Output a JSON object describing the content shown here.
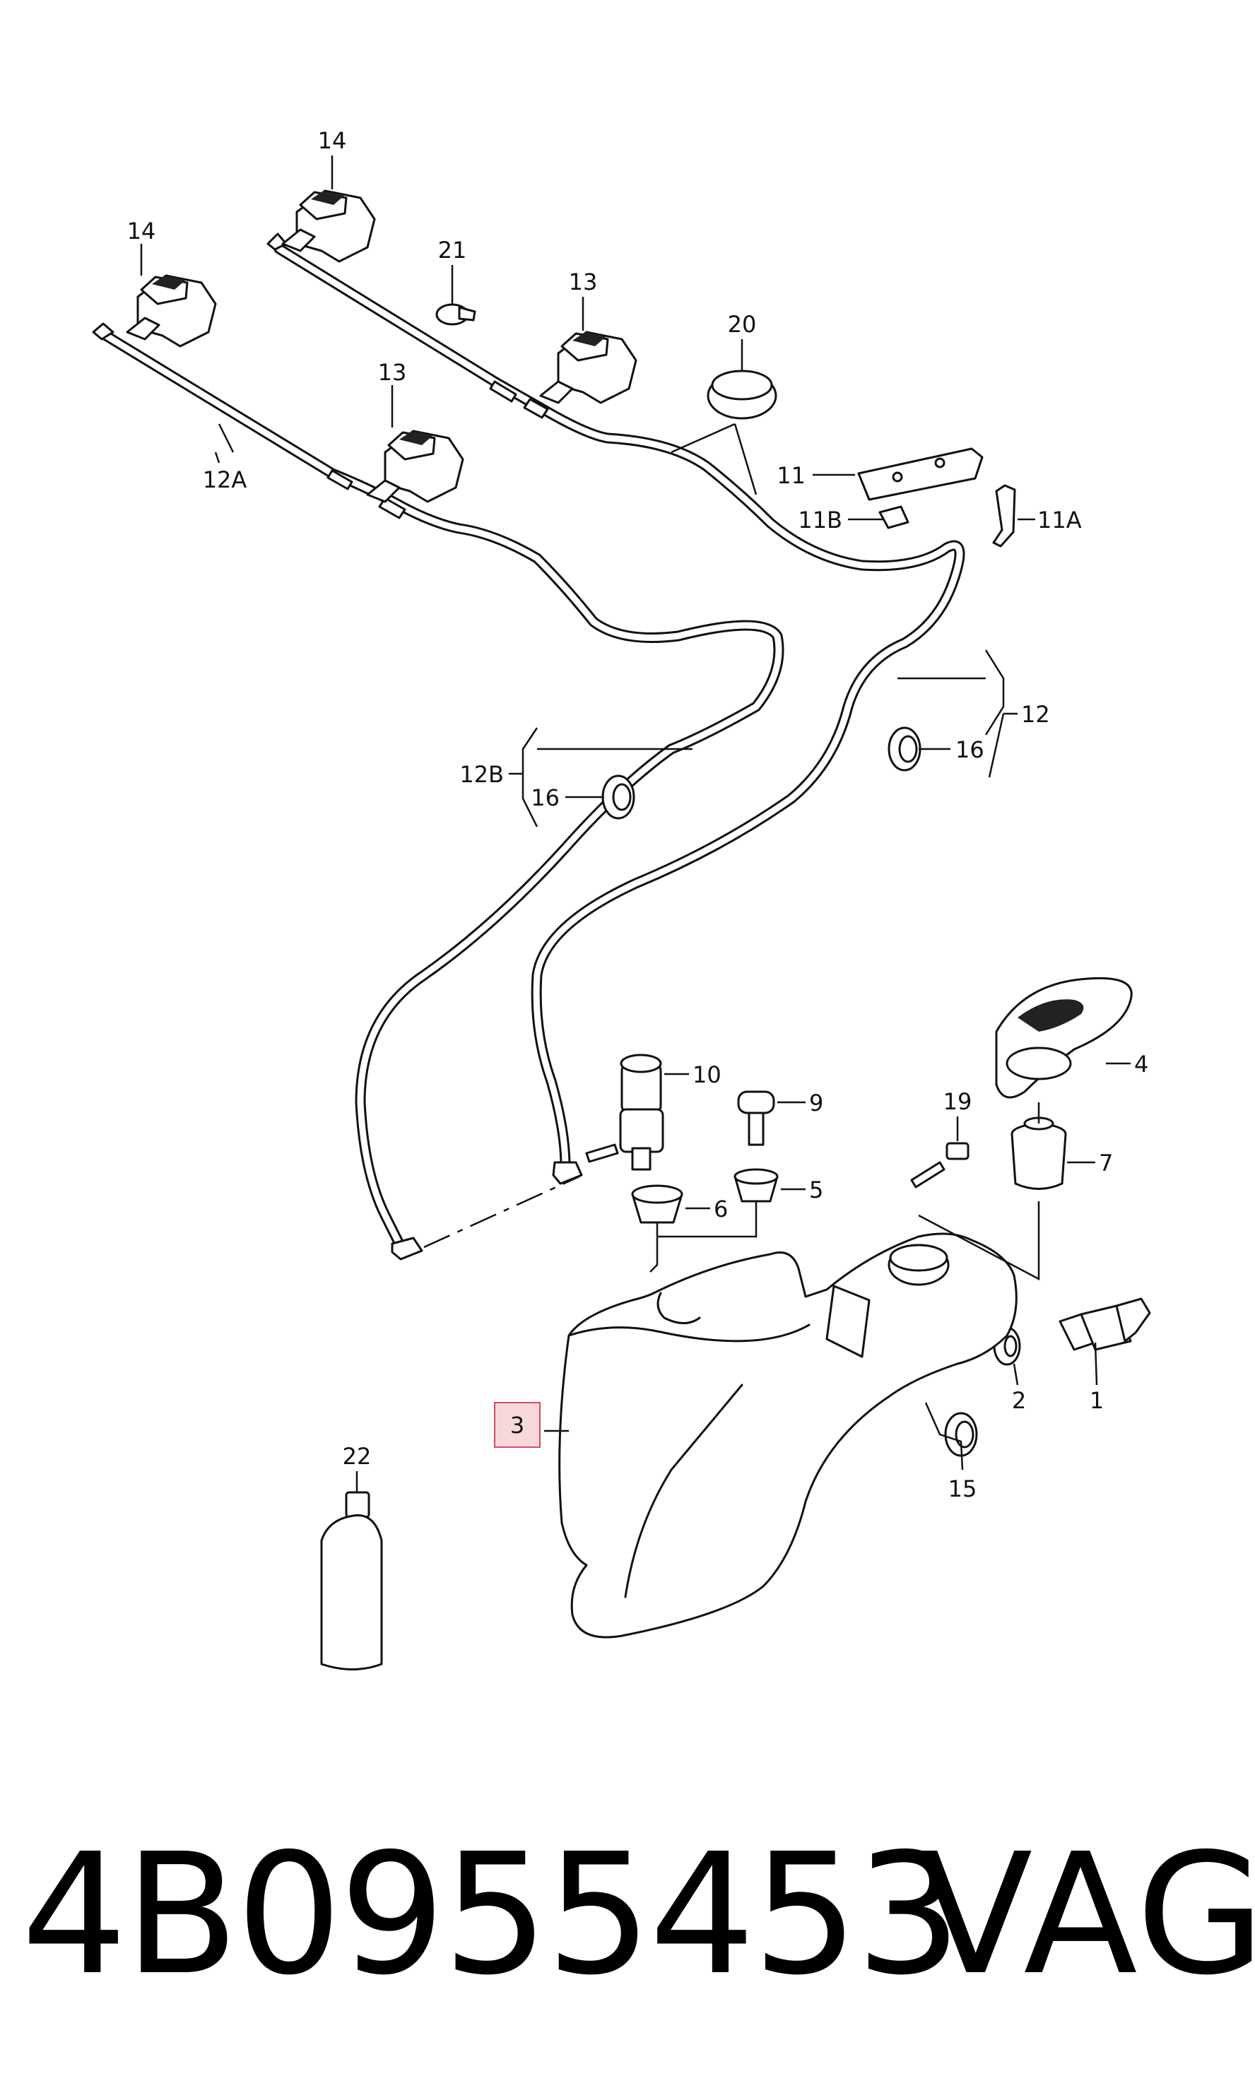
{
  "diagram": {
    "callouts": [
      {
        "id": "c1",
        "label": "1"
      },
      {
        "id": "c2",
        "label": "2"
      },
      {
        "id": "c3",
        "label": "3",
        "highlighted": true
      },
      {
        "id": "c4",
        "label": "4"
      },
      {
        "id": "c5",
        "label": "5"
      },
      {
        "id": "c6",
        "label": "6"
      },
      {
        "id": "c7",
        "label": "7"
      },
      {
        "id": "c9",
        "label": "9"
      },
      {
        "id": "c10",
        "label": "10"
      },
      {
        "id": "c11",
        "label": "11"
      },
      {
        "id": "c11a",
        "label": "11A"
      },
      {
        "id": "c11b",
        "label": "11B"
      },
      {
        "id": "c12",
        "label": "12"
      },
      {
        "id": "c12a",
        "label": "12A"
      },
      {
        "id": "c12b",
        "label": "12B"
      },
      {
        "id": "c13a",
        "label": "13"
      },
      {
        "id": "c13b",
        "label": "13"
      },
      {
        "id": "c14a",
        "label": "14"
      },
      {
        "id": "c14b",
        "label": "14"
      },
      {
        "id": "c15",
        "label": "15"
      },
      {
        "id": "c16a",
        "label": "16"
      },
      {
        "id": "c16b",
        "label": "16"
      },
      {
        "id": "c19",
        "label": "19"
      },
      {
        "id": "c20",
        "label": "20"
      },
      {
        "id": "c21",
        "label": "21"
      },
      {
        "id": "c22",
        "label": "22"
      }
    ],
    "highlight_color": "#f7d9dc",
    "highlight_border": "#d84c5a"
  },
  "footer": {
    "part_number": "4B0955453",
    "brand": "VAG"
  }
}
